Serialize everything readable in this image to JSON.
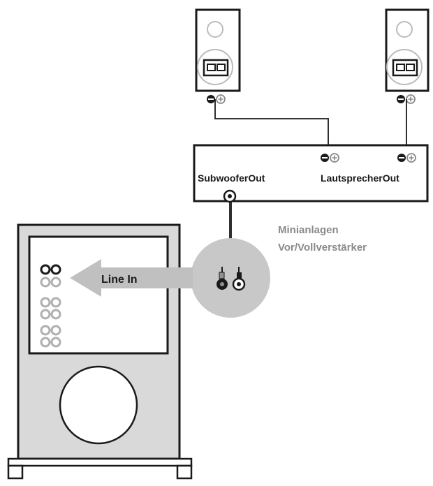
{
  "amplifier": {
    "subwoofer_out_label": "SubwooferOut",
    "speaker_out_label": "LautsprecherOut"
  },
  "device_label": {
    "line1": "Minianlagen",
    "line2": "Vor/Vollverstärker"
  },
  "subwoofer": {
    "line_in_label": "Line In"
  },
  "colors": {
    "stroke": "#1a1a1a",
    "grey_label": "#8a8a8a",
    "subwoofer_body": "#d9d9d9",
    "arrow": "#c0c0c0",
    "zoom_circle": "#c8c8c8",
    "grey_jack": "#b0b0b0"
  }
}
